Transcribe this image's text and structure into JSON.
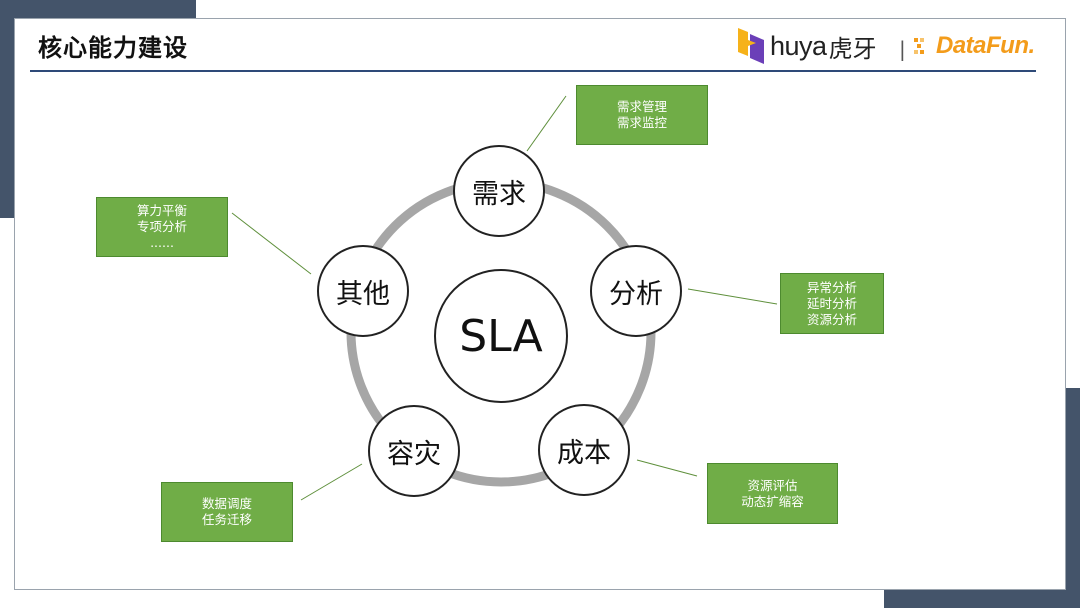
{
  "slide": {
    "title": "核心能力建设",
    "logos": {
      "huya_text": "huya",
      "huya_cn": "虎牙",
      "separator": "|",
      "datafun_text": "DataFun."
    }
  },
  "diagram": {
    "center": "SLA",
    "nodes": [
      {
        "key": "demand",
        "label": "需求",
        "lines": [
          "需求管理",
          "需求监控"
        ]
      },
      {
        "key": "analysis",
        "label": "分析",
        "lines": [
          "异常分析",
          "延时分析",
          "资源分析"
        ]
      },
      {
        "key": "cost",
        "label": "成本",
        "lines": [
          "资源评估",
          "动态扩缩容"
        ]
      },
      {
        "key": "disaster",
        "label": "容灾",
        "lines": [
          "数据调度",
          "任务迁移"
        ]
      },
      {
        "key": "other",
        "label": "其他",
        "lines": [
          "算力平衡",
          "专项分析",
          "......"
        ]
      }
    ],
    "colors": {
      "box_fill": "#70ad47",
      "ring": "#a6a6a6",
      "accent_rule": "#2e4a78",
      "deco": "#44546a"
    }
  }
}
